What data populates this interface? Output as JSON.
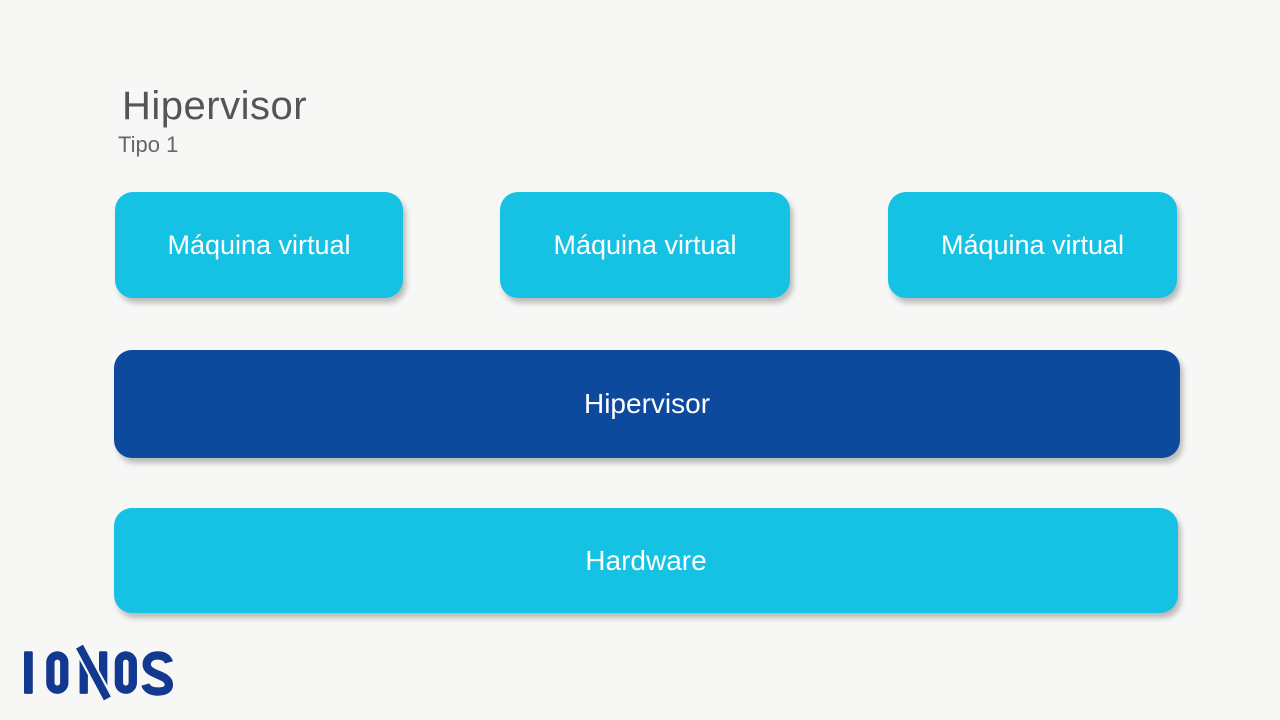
{
  "header": {
    "title": "Hipervisor",
    "subtitle": "Tipo 1"
  },
  "diagram": {
    "vm_boxes": [
      {
        "label": "Máquina virtual"
      },
      {
        "label": "Máquina virtual"
      },
      {
        "label": "Máquina virtual"
      }
    ],
    "hypervisor_box": {
      "label": "Hipervisor"
    },
    "hardware_box": {
      "label": "Hardware"
    }
  },
  "logo": {
    "brand": "IONOS"
  },
  "colors": {
    "bg": "#f7f7f6",
    "cyan": "#16c2e4",
    "navy_box": "#0d4a9d",
    "logo_navy": "#12388f",
    "title_gray": "#555555",
    "subtitle_gray": "#666666",
    "box_text": "#ffffff"
  }
}
